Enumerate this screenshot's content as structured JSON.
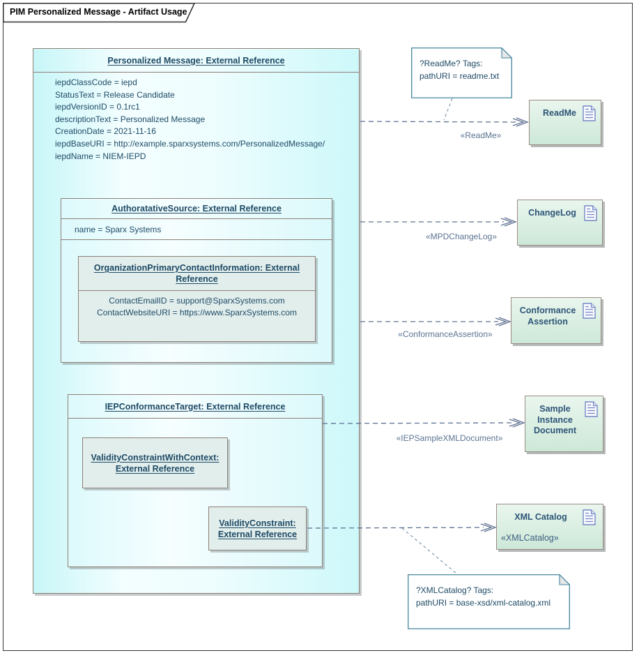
{
  "tab": {
    "title": "PIM Personalized Message - Artifact Usage"
  },
  "classes": {
    "personalized_message": {
      "title": "Personalized Message: External Reference",
      "attributes": [
        "iepdClassCode = iepd",
        "StatusText = Release Candidate",
        "iepdVersionID = 0.1rc1",
        "descriptionText = Personalized Message",
        "CreationDate = 2021-11-16",
        "iepdBaseURI = http://example.sparxsystems.com/PersonalizedMessage/",
        "iepdName = NIEM-IEPD"
      ]
    },
    "authoratative_source": {
      "title": "AuthoratativeSource: External Reference",
      "attributes": [
        "name = Sparx Systems"
      ]
    },
    "organization_contact": {
      "title": "OrganizationPrimaryContactInformation: External Reference",
      "attributes": [
        "ContactEmailID = support@SparxSystems.com",
        "ContactWebsiteURI = https://www.SparxSystems.com"
      ]
    },
    "iep_conformance_target": {
      "title": "IEPConformanceTarget: External Reference"
    },
    "validity_constraint_with_context": {
      "title": "ValidityConstraintWithContext: External Reference"
    },
    "validity_constraint": {
      "title": "ValidityConstraint: External Reference"
    }
  },
  "artifacts": {
    "readme": {
      "label": "ReadMe"
    },
    "changelog": {
      "label": "ChangeLog"
    },
    "conformance_assertion": {
      "label": "Conformance Assertion"
    },
    "sample_instance_document": {
      "label": "Sample Instance Document"
    },
    "xml_catalog": {
      "label": "XML Catalog",
      "stereotype": "«XMLCatalog»"
    }
  },
  "connectors": {
    "readme": {
      "label": "«ReadMe»"
    },
    "changelog": {
      "label": "«MPDChangeLog»"
    },
    "conformance_assertion": {
      "label": "«ConformanceAssertion»"
    },
    "sample_instance_document": {
      "label": "«IEPSampleXMLDocument»"
    }
  },
  "notes": {
    "readme": {
      "line1": "?ReadMe? Tags:",
      "line2": "pathURI = readme.txt"
    },
    "xml_catalog": {
      "line1": "?XMLCatalog? Tags:",
      "line2": "pathURI = base-xsd/xml-catalog.xml"
    }
  },
  "colors": {
    "main_node_fill": "#d2f9fb",
    "artifact_fill": "#d8ecdf",
    "node_border": "#8d7f76",
    "connector": "#5f7191",
    "note_border": "#44859d",
    "text_dark": "#1e4a66"
  }
}
